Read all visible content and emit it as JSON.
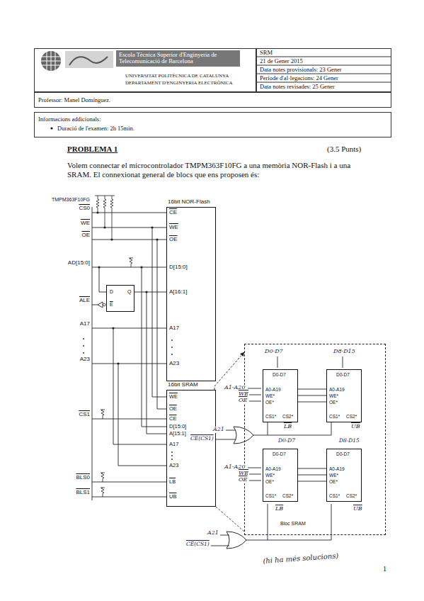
{
  "diagram": {
    "nodes": [
      {
        "text": [
          "Escola Tècnica Superior d'Enginyeria de Telecomunicació de Barcelona",
          "UNIVERSITAT POLITÈCNICA DE CATALUNYA",
          "DEPARTAMENT D'ENGINYERIA ELECTRÒNICA"
        ]
      },
      {
        "text": [
          "SRM",
          "21 de Gener 2015",
          "Data notes provisionals: 23 Gener",
          "Període d'al·legacions: 24 Gener",
          "Data notes revisades: 25 Gener"
        ]
      },
      {
        "text": [
          "Professor: Manel Domínguez."
        ]
      },
      {
        "text": [
          "Informacions addicionals:",
          "Duració de l'examen: 2h 15min."
        ]
      },
      {
        "text": [
          "16bit NOR-Flash",
          "CE",
          "WE",
          "OE",
          "D[15:0]",
          "A[16:1]",
          "A17",
          "A23"
        ]
      },
      {
        "text": [
          "D",
          "Q",
          "E"
        ]
      },
      {
        "text": [
          "16bit SRAM",
          "WE",
          "OE",
          "CE",
          "D[15:0]",
          "A[15:1]",
          "A17",
          "A23",
          "LB",
          "UB"
        ]
      },
      {
        "text": [
          "Bloc SRAM"
        ]
      },
      {
        "text": [
          "D0-D7",
          "A0-A19",
          "WE*",
          "OE*",
          "CS1*",
          "CS2*"
        ],
        "in": 7
      },
      {
        "text": [
          "D0-D7",
          "A0-A19",
          "WE*",
          "OE*",
          "CS1*",
          "CS2*"
        ],
        "in": 7
      },
      {
        "text": [
          "D0-D7",
          "A0-A19",
          "WE*",
          "OE*",
          "CS1*",
          "CS2*"
        ],
        "in": 7
      },
      {
        "text": [
          "D0-D7",
          "A0-A19",
          "WE*",
          "OE*",
          "CS1*",
          "CS2*"
        ],
        "in": 7
      }
    ],
    "edges": [
      {
        "from": 5,
        "to": 4,
        "arrow": "none"
      },
      {
        "from": 6,
        "to": 7,
        "arrow": "to"
      },
      {
        "from": 8,
        "to": 9,
        "arrow": "none"
      },
      {
        "from": 8,
        "to": 9,
        "arrow": "none"
      },
      {
        "from": 8,
        "to": 9,
        "arrow": "none"
      },
      {
        "from": 10,
        "to": 11,
        "arrow": "none"
      },
      {
        "from": 10,
        "to": 11,
        "arrow": "none"
      },
      {
        "from": 10,
        "to": 11,
        "arrow": "none"
      }
    ],
    "labels": [
      "PROBLEMA 1",
      "(3.5 Punts)",
      "Volem connectar el microcontrolador TMPM363F10FG a una memòria NOR-Flash i a una SRAM. El connexionat general de blocs que ens proposen és:",
      "TMPM363F10FG",
      "CS0",
      "WE",
      "OE",
      "AD[15:0]",
      "ALE",
      "A17",
      "A23",
      "CS1",
      "BLS0",
      "BLS1",
      "D0-D7",
      "D8-D15",
      "A1-A20",
      "WE",
      "OE",
      "LB",
      "UB",
      "A21",
      "CE(CS1)",
      "D0-D7",
      "D8-D15",
      "A1-A20",
      "WE",
      "OE",
      "LB",
      "UB",
      "A21",
      "CE(CS1)",
      "(hi ha més solucions)",
      "1"
    ]
  }
}
